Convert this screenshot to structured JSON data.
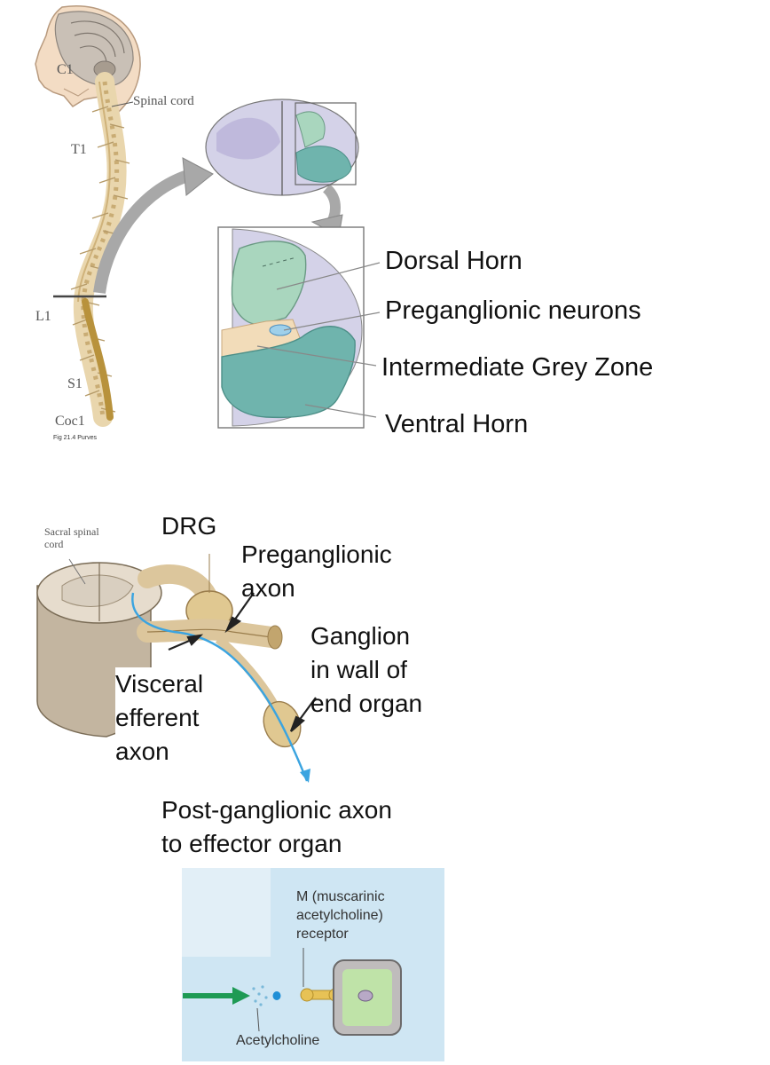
{
  "panel1": {
    "vertebra_labels": [
      "C1",
      "T1",
      "L1",
      "S1",
      "Coc1"
    ],
    "spinal_cord_label": "Spinal cord",
    "figure_credit": "Fig 21.4 Purves",
    "callouts": [
      "Dorsal Horn",
      "Preganglionic neurons",
      "Intermediate Grey Zone",
      "Ventral Horn"
    ]
  },
  "panel2": {
    "sacral_label": [
      "Sacral spinal",
      "cord"
    ],
    "drg": "DRG",
    "preganglionic_axon": [
      "Preganglionic",
      "axon"
    ],
    "ganglion": [
      "Ganglion",
      "in wall of",
      "end organ"
    ],
    "visceral": [
      "Visceral",
      "efferent",
      "axon"
    ],
    "postganglionic": [
      "Post-ganglionic axon",
      "to effector organ"
    ]
  },
  "panel3": {
    "receptor": [
      "M (muscarinic",
      "acetylcholine)",
      "receptor"
    ],
    "transmitter": "Acetylcholine"
  },
  "colors": {
    "grey_matter": "#a9d6be",
    "ventral_horn": "#6fb4ad",
    "cord_section": "#d4d2e8",
    "intermediate_zone": "#f2dcb9",
    "axon_blue": "#3ba4e0",
    "nerve_tan": "#dcc69c",
    "panel_bg": "#cfe6f3"
  }
}
